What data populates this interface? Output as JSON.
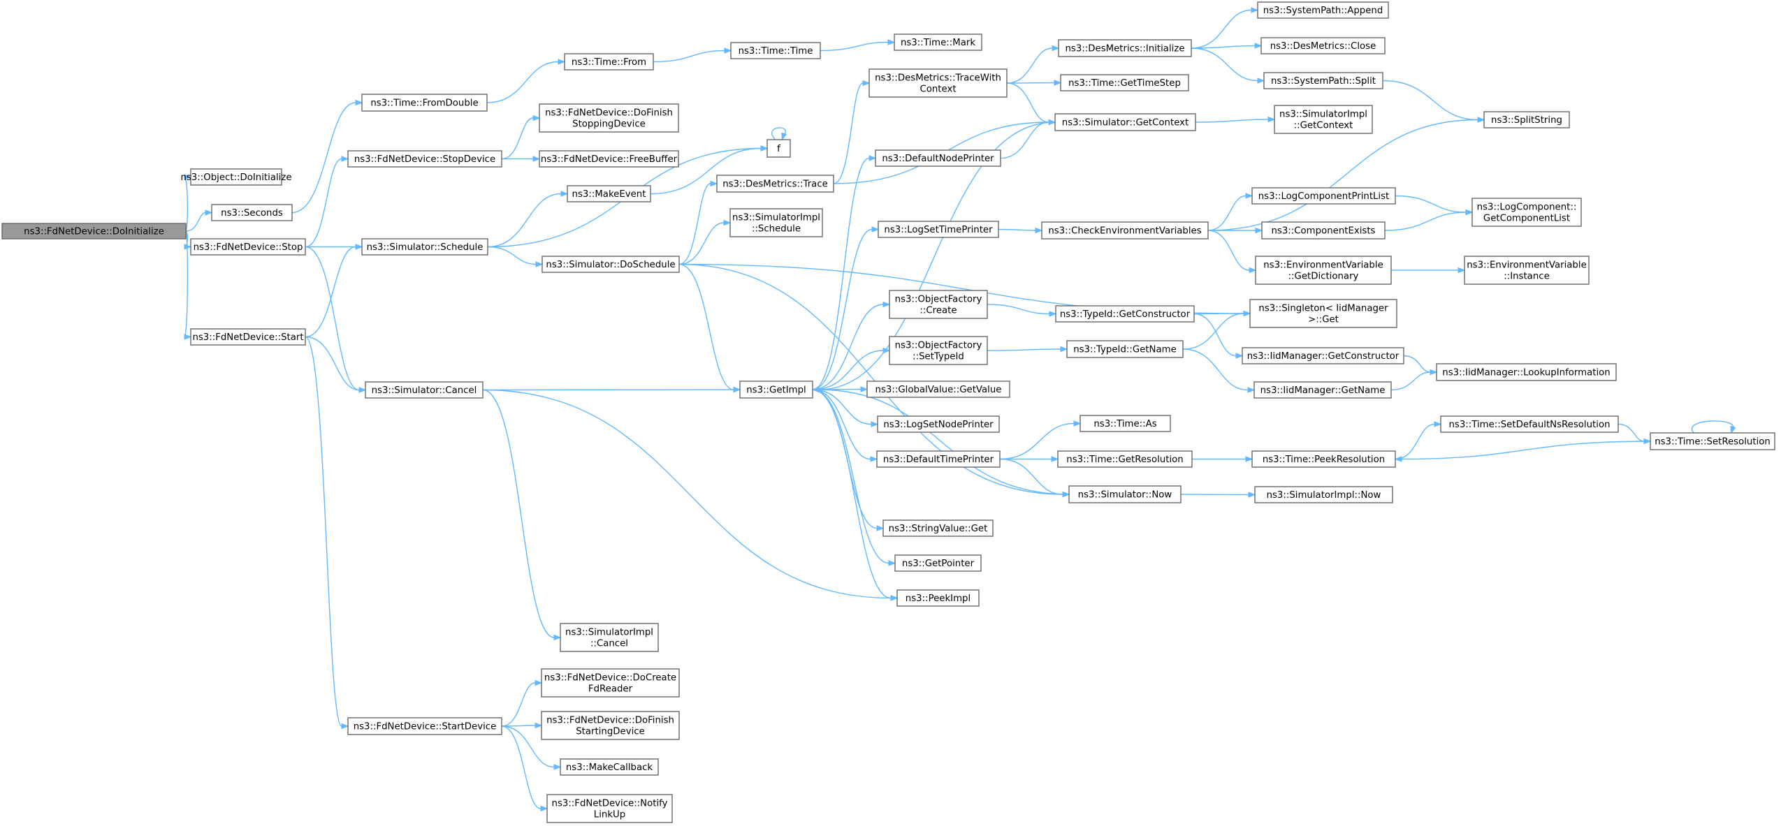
{
  "graph": {
    "root": "DoInitialize",
    "colors": {
      "edge": "#63b8ff",
      "node_border": "#666666",
      "root_fill": "#999999"
    },
    "nodes": [
      {
        "id": "DoInitialize",
        "lines": [
          "ns3::FdNetDevice::DoInitialize"
        ]
      },
      {
        "id": "ObjectDoInit",
        "lines": [
          "ns3::Object::DoInitialize"
        ]
      },
      {
        "id": "Seconds",
        "lines": [
          "ns3::Seconds"
        ]
      },
      {
        "id": "Stop",
        "lines": [
          "ns3::FdNetDevice::Stop"
        ]
      },
      {
        "id": "Start",
        "lines": [
          "ns3::FdNetDevice::Start"
        ]
      },
      {
        "id": "FromDouble",
        "lines": [
          "ns3::Time::FromDouble"
        ]
      },
      {
        "id": "StopDevice",
        "lines": [
          "ns3::FdNetDevice::StopDevice"
        ]
      },
      {
        "id": "Schedule",
        "lines": [
          "ns3::Simulator::Schedule"
        ]
      },
      {
        "id": "Cancel",
        "lines": [
          "ns3::Simulator::Cancel"
        ]
      },
      {
        "id": "StartDevice",
        "lines": [
          "ns3::FdNetDevice::StartDevice"
        ]
      },
      {
        "id": "TimeFrom",
        "lines": [
          "ns3::Time::From"
        ]
      },
      {
        "id": "DoFinishStopping",
        "lines": [
          "ns3::FdNetDevice::DoFinish",
          "StoppingDevice"
        ]
      },
      {
        "id": "FreeBuffer",
        "lines": [
          "ns3::FdNetDevice::FreeBuffer"
        ]
      },
      {
        "id": "MakeEvent",
        "lines": [
          "ns3::MakeEvent"
        ]
      },
      {
        "id": "DoSchedule",
        "lines": [
          "ns3::Simulator::DoSchedule"
        ]
      },
      {
        "id": "SimImplCancel",
        "lines": [
          "ns3::SimulatorImpl",
          "::Cancel"
        ]
      },
      {
        "id": "DoCreateFdReader",
        "lines": [
          "ns3::FdNetDevice::DoCreate",
          "FdReader"
        ]
      },
      {
        "id": "DoFinishStarting",
        "lines": [
          "ns3::FdNetDevice::DoFinish",
          "StartingDevice"
        ]
      },
      {
        "id": "MakeCallback",
        "lines": [
          "ns3::MakeCallback"
        ]
      },
      {
        "id": "NotifyLinkUp",
        "lines": [
          "ns3::FdNetDevice::Notify",
          "LinkUp"
        ]
      },
      {
        "id": "TimeTime",
        "lines": [
          "ns3::Time::Time"
        ]
      },
      {
        "id": "f",
        "lines": [
          "f"
        ]
      },
      {
        "id": "DesTrace",
        "lines": [
          "ns3::DesMetrics::Trace"
        ]
      },
      {
        "id": "SimImplSchedule",
        "lines": [
          "ns3::SimulatorImpl",
          "::Schedule"
        ]
      },
      {
        "id": "GetImpl",
        "lines": [
          "ns3::GetImpl"
        ]
      },
      {
        "id": "TimeMark",
        "lines": [
          "ns3::Time::Mark"
        ]
      },
      {
        "id": "TraceWithContext",
        "lines": [
          "ns3::DesMetrics::TraceWith",
          "Context"
        ]
      },
      {
        "id": "DefaultNodePrinter",
        "lines": [
          "ns3::DefaultNodePrinter"
        ]
      },
      {
        "id": "LogSetTimePrinter",
        "lines": [
          "ns3::LogSetTimePrinter"
        ]
      },
      {
        "id": "ObjFactoryCreate",
        "lines": [
          "ns3::ObjectFactory",
          "::Create"
        ]
      },
      {
        "id": "ObjFactorySetTypeId",
        "lines": [
          "ns3::ObjectFactory",
          "::SetTypeId"
        ]
      },
      {
        "id": "GlobalValueGetValue",
        "lines": [
          "ns3::GlobalValue::GetValue"
        ]
      },
      {
        "id": "LogSetNodePrinter",
        "lines": [
          "ns3::LogSetNodePrinter"
        ]
      },
      {
        "id": "DefaultTimePrinter",
        "lines": [
          "ns3::DefaultTimePrinter"
        ]
      },
      {
        "id": "StringValueGet",
        "lines": [
          "ns3::StringValue::Get"
        ]
      },
      {
        "id": "GetPointer",
        "lines": [
          "ns3::GetPointer"
        ]
      },
      {
        "id": "PeekImpl",
        "lines": [
          "ns3::PeekImpl"
        ]
      },
      {
        "id": "DesInitialize",
        "lines": [
          "ns3::DesMetrics::Initialize"
        ]
      },
      {
        "id": "TimeGetTimeStep",
        "lines": [
          "ns3::Time::GetTimeStep"
        ]
      },
      {
        "id": "SimGetContext",
        "lines": [
          "ns3::Simulator::GetContext"
        ]
      },
      {
        "id": "CheckEnvVars",
        "lines": [
          "ns3::CheckEnvironmentVariables"
        ]
      },
      {
        "id": "TypeIdGetConstructor",
        "lines": [
          "ns3::TypeId::GetConstructor"
        ]
      },
      {
        "id": "TypeIdGetName",
        "lines": [
          "ns3::TypeId::GetName"
        ]
      },
      {
        "id": "TimeAs",
        "lines": [
          "ns3::Time::As"
        ]
      },
      {
        "id": "TimeGetResolution",
        "lines": [
          "ns3::Time::GetResolution"
        ]
      },
      {
        "id": "SimNow",
        "lines": [
          "ns3::Simulator::Now"
        ]
      },
      {
        "id": "SysPathAppend",
        "lines": [
          "ns3::SystemPath::Append"
        ]
      },
      {
        "id": "DesClose",
        "lines": [
          "ns3::DesMetrics::Close"
        ]
      },
      {
        "id": "SysPathSplit",
        "lines": [
          "ns3::SystemPath::Split"
        ]
      },
      {
        "id": "SimImplGetContext",
        "lines": [
          "ns3::SimulatorImpl",
          "::GetContext"
        ]
      },
      {
        "id": "LogComponentPrintList",
        "lines": [
          "ns3::LogComponentPrintList"
        ]
      },
      {
        "id": "ComponentExists",
        "lines": [
          "ns3::ComponentExists"
        ]
      },
      {
        "id": "EnvVarGetDictionary",
        "lines": [
          "ns3::EnvironmentVariable",
          "::GetDictionary"
        ]
      },
      {
        "id": "SingletonGet",
        "lines": [
          "ns3::Singleton< IidManager",
          ">::Get"
        ]
      },
      {
        "id": "IidGetConstructor",
        "lines": [
          "ns3::IidManager::GetConstructor"
        ]
      },
      {
        "id": "IidGetName",
        "lines": [
          "ns3::IidManager::GetName"
        ]
      },
      {
        "id": "TimePeekResolution",
        "lines": [
          "ns3::Time::PeekResolution"
        ]
      },
      {
        "id": "SimImplNow",
        "lines": [
          "ns3::SimulatorImpl::Now"
        ]
      },
      {
        "id": "SplitString",
        "lines": [
          "ns3::SplitString"
        ]
      },
      {
        "id": "LogCompGetList",
        "lines": [
          "ns3::LogComponent::",
          "GetComponentList"
        ]
      },
      {
        "id": "EnvVarInstance",
        "lines": [
          "ns3::EnvironmentVariable",
          "::Instance"
        ]
      },
      {
        "id": "IidLookupInfo",
        "lines": [
          "ns3::IidManager::LookupInformation"
        ]
      },
      {
        "id": "TimeSetDefaultNsRes",
        "lines": [
          "ns3::Time::SetDefaultNsResolution"
        ]
      },
      {
        "id": "TimeSetResolution",
        "lines": [
          "ns3::Time::SetResolution"
        ]
      }
    ],
    "edges": [
      [
        "DoInitialize",
        "ObjectDoInit"
      ],
      [
        "DoInitialize",
        "Seconds"
      ],
      [
        "DoInitialize",
        "Stop"
      ],
      [
        "DoInitialize",
        "Start"
      ],
      [
        "Seconds",
        "FromDouble"
      ],
      [
        "FromDouble",
        "TimeFrom"
      ],
      [
        "TimeFrom",
        "TimeTime"
      ],
      [
        "TimeTime",
        "TimeMark"
      ],
      [
        "Stop",
        "StopDevice"
      ],
      [
        "Stop",
        "Schedule"
      ],
      [
        "Stop",
        "Cancel"
      ],
      [
        "StopDevice",
        "DoFinishStopping"
      ],
      [
        "StopDevice",
        "FreeBuffer"
      ],
      [
        "Start",
        "Schedule"
      ],
      [
        "Start",
        "Cancel"
      ],
      [
        "Start",
        "StartDevice"
      ],
      [
        "Schedule",
        "MakeEvent"
      ],
      [
        "Schedule",
        "f"
      ],
      [
        "Schedule",
        "DoSchedule"
      ],
      [
        "MakeEvent",
        "f"
      ],
      [
        "f",
        "f"
      ],
      [
        "Cancel",
        "GetImpl"
      ],
      [
        "Cancel",
        "SimImplCancel"
      ],
      [
        "Cancel",
        "PeekImpl"
      ],
      [
        "StartDevice",
        "DoCreateFdReader"
      ],
      [
        "StartDevice",
        "DoFinishStarting"
      ],
      [
        "StartDevice",
        "MakeCallback"
      ],
      [
        "StartDevice",
        "NotifyLinkUp"
      ],
      [
        "DoSchedule",
        "DesTrace"
      ],
      [
        "DoSchedule",
        "SimImplSchedule"
      ],
      [
        "DoSchedule",
        "GetImpl"
      ],
      [
        "DoSchedule",
        "SingletonGet"
      ],
      [
        "DoSchedule",
        "SimNow"
      ],
      [
        "DesTrace",
        "TraceWithContext"
      ],
      [
        "DesTrace",
        "SimGetContext"
      ],
      [
        "TraceWithContext",
        "DesInitialize"
      ],
      [
        "TraceWithContext",
        "TimeGetTimeStep"
      ],
      [
        "TraceWithContext",
        "SimGetContext"
      ],
      [
        "DesInitialize",
        "SysPathAppend"
      ],
      [
        "DesInitialize",
        "DesClose"
      ],
      [
        "DesInitialize",
        "SysPathSplit"
      ],
      [
        "SysPathSplit",
        "SplitString"
      ],
      [
        "SimGetContext",
        "SimImplGetContext"
      ],
      [
        "SimGetContext",
        "GetImpl"
      ],
      [
        "GetImpl",
        "DefaultNodePrinter"
      ],
      [
        "GetImpl",
        "LogSetTimePrinter"
      ],
      [
        "GetImpl",
        "ObjFactoryCreate"
      ],
      [
        "GetImpl",
        "ObjFactorySetTypeId"
      ],
      [
        "GetImpl",
        "GlobalValueGetValue"
      ],
      [
        "GetImpl",
        "LogSetNodePrinter"
      ],
      [
        "GetImpl",
        "DefaultTimePrinter"
      ],
      [
        "GetImpl",
        "StringValueGet"
      ],
      [
        "GetImpl",
        "GetPointer"
      ],
      [
        "GetImpl",
        "PeekImpl"
      ],
      [
        "DefaultNodePrinter",
        "SimGetContext"
      ],
      [
        "LogSetTimePrinter",
        "CheckEnvVars"
      ],
      [
        "CheckEnvVars",
        "SplitString"
      ],
      [
        "CheckEnvVars",
        "LogComponentPrintList"
      ],
      [
        "CheckEnvVars",
        "ComponentExists"
      ],
      [
        "CheckEnvVars",
        "EnvVarGetDictionary"
      ],
      [
        "LogComponentPrintList",
        "LogCompGetList"
      ],
      [
        "ComponentExists",
        "LogCompGetList"
      ],
      [
        "EnvVarGetDictionary",
        "EnvVarInstance"
      ],
      [
        "ObjFactoryCreate",
        "TypeIdGetConstructor"
      ],
      [
        "TypeIdGetConstructor",
        "SingletonGet"
      ],
      [
        "TypeIdGetConstructor",
        "IidGetConstructor"
      ],
      [
        "ObjFactorySetTypeId",
        "TypeIdGetName"
      ],
      [
        "TypeIdGetName",
        "SingletonGet"
      ],
      [
        "TypeIdGetName",
        "IidGetName"
      ],
      [
        "IidGetConstructor",
        "IidLookupInfo"
      ],
      [
        "IidGetName",
        "IidLookupInfo"
      ],
      [
        "DefaultTimePrinter",
        "TimeAs"
      ],
      [
        "DefaultTimePrinter",
        "TimeGetResolution"
      ],
      [
        "DefaultTimePrinter",
        "SimNow"
      ],
      [
        "TimeGetResolution",
        "TimePeekResolution"
      ],
      [
        "TimePeekResolution",
        "TimeSetDefaultNsRes"
      ],
      [
        "TimeSetDefaultNsRes",
        "TimeSetResolution"
      ],
      [
        "TimeSetResolution",
        "TimePeekResolution"
      ],
      [
        "TimeSetResolution",
        "TimeSetResolution"
      ],
      [
        "SimNow",
        "SimImplNow"
      ],
      [
        "SimNow",
        "GetImpl"
      ]
    ]
  }
}
